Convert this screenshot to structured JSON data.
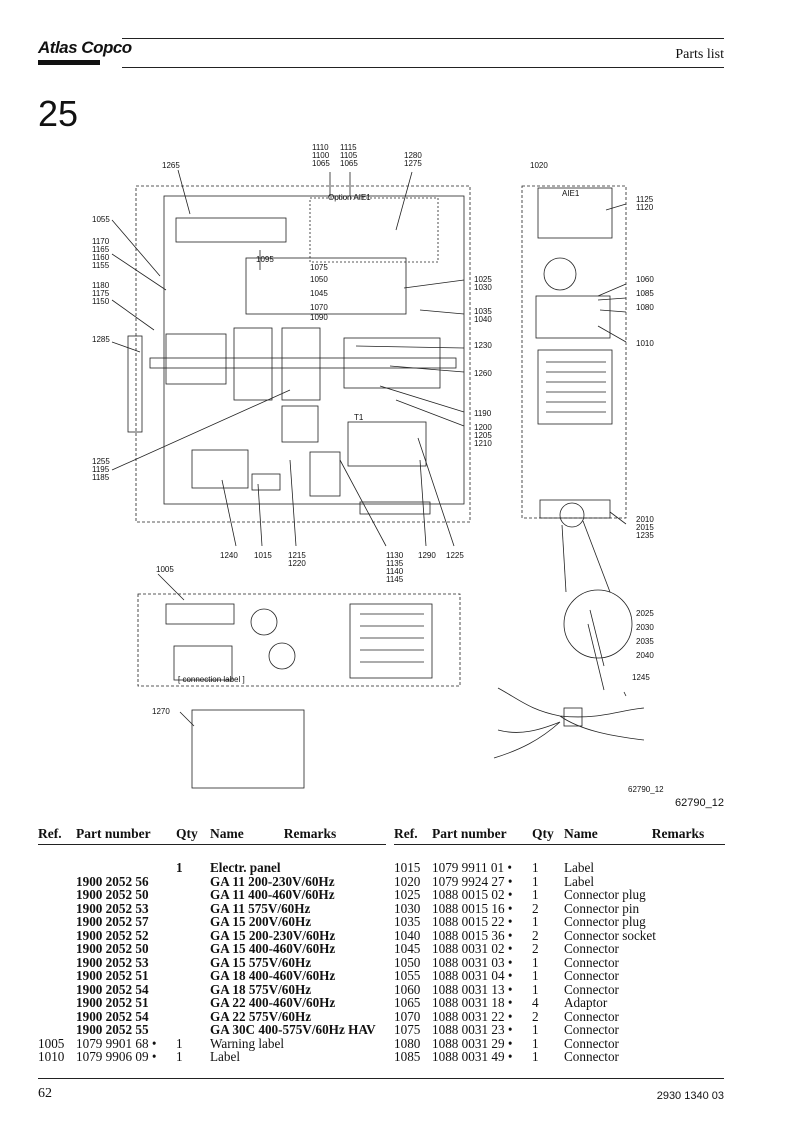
{
  "header": {
    "brand": "Atlas Copco",
    "title": "Parts list"
  },
  "section_number": "25",
  "figure": {
    "code_inline": "62790_12",
    "code": "62790_12",
    "callouts": [
      "1265",
      "1110",
      "1100",
      "1065",
      "1115",
      "1105",
      "1065",
      "1280",
      "1275",
      "1020",
      "1125",
      "1120",
      "1055",
      "1170",
      "1165",
      "1160",
      "1155",
      "1180",
      "1175",
      "1150",
      "1285",
      "1095",
      "1075",
      "1050",
      "1045",
      "1070",
      "1090",
      "1025",
      "1030",
      "1035",
      "1040",
      "1060",
      "1085",
      "1080",
      "1010",
      "1230",
      "1260",
      "1190",
      "1200",
      "1205",
      "1210",
      "1255",
      "1195",
      "1185",
      "1240",
      "1015",
      "1215",
      "1220",
      "1130",
      "1135",
      "1140",
      "1145",
      "1290",
      "1225",
      "2010",
      "2015",
      "1235",
      "1005",
      "2025",
      "2030",
      "2035",
      "2040",
      "1245",
      "1270"
    ],
    "labels": {
      "aie1": "AIE1",
      "option": "Option AIE1",
      "t1": "T1",
      "connection_label": "[ connection label ]"
    }
  },
  "table": {
    "headers": {
      "ref": "Ref.",
      "part_number": "Part number",
      "qty": "Qty",
      "name": "Name",
      "remarks": "Remarks"
    },
    "left_rows": [
      {
        "ref": "",
        "pn": "",
        "qty": "1",
        "name": "Electr. panel",
        "bold": true
      },
      {
        "ref": "",
        "pn": "1900 2052 56",
        "qty": "",
        "name": "GA 11 200-230V/60Hz",
        "bold": true
      },
      {
        "ref": "",
        "pn": "1900 2052 50",
        "qty": "",
        "name": "GA 11 400-460V/60Hz",
        "bold": true
      },
      {
        "ref": "",
        "pn": "1900 2052 53",
        "qty": "",
        "name": "GA 11 575V/60Hz",
        "bold": true
      },
      {
        "ref": "",
        "pn": "1900 2052 57",
        "qty": "",
        "name": "GA 15 200V/60Hz",
        "bold": true
      },
      {
        "ref": "",
        "pn": "1900 2052 52",
        "qty": "",
        "name": "GA 15 200-230V/60Hz",
        "bold": true
      },
      {
        "ref": "",
        "pn": "1900 2052 50",
        "qty": "",
        "name": "GA 15 400-460V/60Hz",
        "bold": true
      },
      {
        "ref": "",
        "pn": "1900 2052 53",
        "qty": "",
        "name": "GA 15 575V/60Hz",
        "bold": true
      },
      {
        "ref": "",
        "pn": "1900 2052 51",
        "qty": "",
        "name": "GA 18 400-460V/60Hz",
        "bold": true
      },
      {
        "ref": "",
        "pn": "1900 2052 54",
        "qty": "",
        "name": "GA 18 575V/60Hz",
        "bold": true
      },
      {
        "ref": "",
        "pn": "1900 2052 51",
        "qty": "",
        "name": "GA 22 400-460V/60Hz",
        "bold": true
      },
      {
        "ref": "",
        "pn": "1900 2052 54",
        "qty": "",
        "name": "GA 22 575V/60Hz",
        "bold": true
      },
      {
        "ref": "",
        "pn": "1900 2052 55",
        "qty": "",
        "name": "GA 30C 400-575V/60Hz HAV",
        "bold": true
      },
      {
        "ref": "1005",
        "pn": "1079 9901 68 •",
        "qty": "1",
        "name": "Warning label",
        "bold": false
      },
      {
        "ref": "1010",
        "pn": "1079 9906 09 •",
        "qty": "1",
        "name": "Label",
        "bold": false
      }
    ],
    "right_rows": [
      {
        "ref": "1015",
        "pn": "1079 9911 01 •",
        "qty": "1",
        "name": "Label"
      },
      {
        "ref": "1020",
        "pn": "1079 9924 27 •",
        "qty": "1",
        "name": "Label"
      },
      {
        "ref": "1025",
        "pn": "1088 0015 02 •",
        "qty": "1",
        "name": "Connector plug"
      },
      {
        "ref": "1030",
        "pn": "1088 0015 16 •",
        "qty": "2",
        "name": "Connector pin"
      },
      {
        "ref": "1035",
        "pn": "1088 0015 22 •",
        "qty": "1",
        "name": "Connector plug"
      },
      {
        "ref": "1040",
        "pn": "1088 0015 36 •",
        "qty": "2",
        "name": "Connector socket"
      },
      {
        "ref": "1045",
        "pn": "1088 0031 02 •",
        "qty": "2",
        "name": "Connector"
      },
      {
        "ref": "1050",
        "pn": "1088 0031 03 •",
        "qty": "1",
        "name": "Connector"
      },
      {
        "ref": "1055",
        "pn": "1088 0031 04 •",
        "qty": "1",
        "name": "Connector"
      },
      {
        "ref": "1060",
        "pn": "1088 0031 13 •",
        "qty": "1",
        "name": "Connector"
      },
      {
        "ref": "1065",
        "pn": "1088 0031 18 •",
        "qty": "4",
        "name": "Adaptor"
      },
      {
        "ref": "1070",
        "pn": "1088 0031 22 •",
        "qty": "2",
        "name": "Connector"
      },
      {
        "ref": "1075",
        "pn": "1088 0031 23 •",
        "qty": "1",
        "name": "Connector"
      },
      {
        "ref": "1080",
        "pn": "1088 0031 29 •",
        "qty": "1",
        "name": "Connector"
      },
      {
        "ref": "1085",
        "pn": "1088 0031 49 •",
        "qty": "1",
        "name": "Connector"
      }
    ]
  },
  "footer": {
    "page": "62",
    "doc": "2930 1340 03"
  }
}
